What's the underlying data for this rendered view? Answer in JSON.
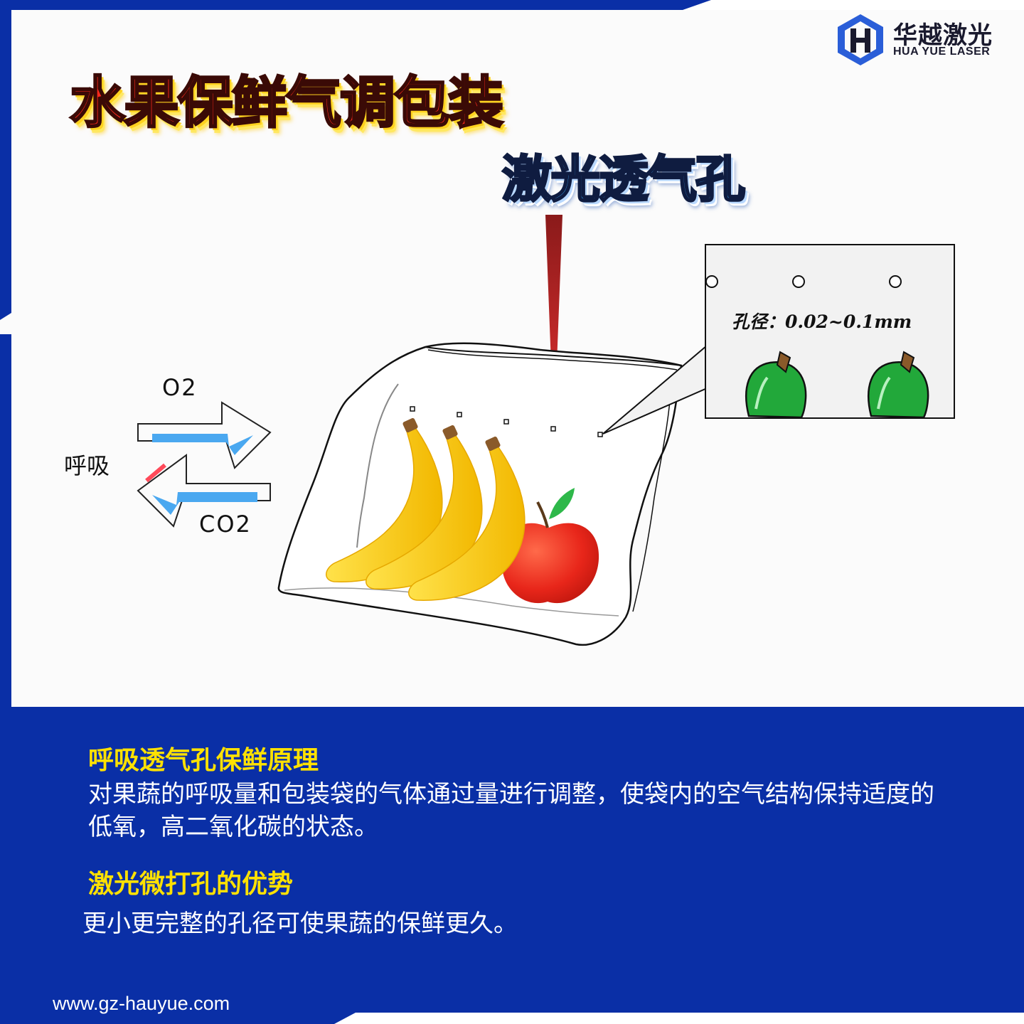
{
  "brand": {
    "name_cn": "华越激光",
    "name_en": "HUA YUE LASER",
    "accent_color": "#0a2fa6"
  },
  "header": {
    "title": "水果保鲜气调包装",
    "subtitle": "激光透气孔"
  },
  "diagram": {
    "o2_label": "O2",
    "co2_label": "CO2",
    "breath_label": "呼吸",
    "zoom_label": "孔径：0.02~0.1mm"
  },
  "sections": [
    {
      "title": "呼吸透气孔保鲜原理",
      "body": "对果蔬的呼吸量和包装袋的气体通过量进行调整，使袋内的空气结构保持适度的低氧，高二氧化碳的状态。"
    },
    {
      "title": "激光微打孔的优势",
      "body": "更小更完整的孔径可使果蔬的保鲜更久。"
    }
  ],
  "footer": {
    "website": "www.gz-hauyue.com"
  }
}
